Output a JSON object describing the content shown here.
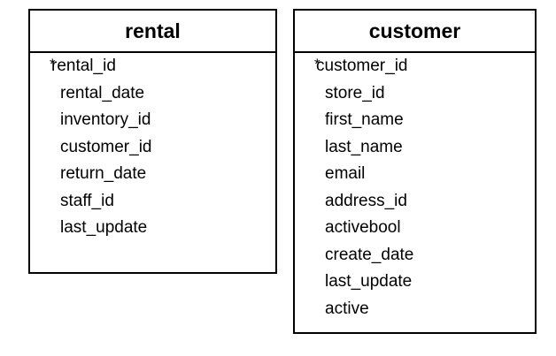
{
  "tables": [
    {
      "id": "rental",
      "name": "rental",
      "fields": [
        {
          "name": "rental_id",
          "pk": true
        },
        {
          "name": "rental_date",
          "pk": false
        },
        {
          "name": "inventory_id",
          "pk": false
        },
        {
          "name": "customer_id",
          "pk": false
        },
        {
          "name": "return_date",
          "pk": false
        },
        {
          "name": "staff_id",
          "pk": false
        },
        {
          "name": "last_update",
          "pk": false
        }
      ]
    },
    {
      "id": "customer",
      "name": "customer",
      "fields": [
        {
          "name": "customer_id",
          "pk": true
        },
        {
          "name": "store_id",
          "pk": false
        },
        {
          "name": "first_name",
          "pk": false
        },
        {
          "name": "last_name",
          "pk": false
        },
        {
          "name": "email",
          "pk": false
        },
        {
          "name": "address_id",
          "pk": false
        },
        {
          "name": "activebool",
          "pk": false
        },
        {
          "name": "create_date",
          "pk": false
        },
        {
          "name": "last_update",
          "pk": false
        },
        {
          "name": "active",
          "pk": false
        }
      ]
    }
  ],
  "pk_symbol": "*",
  "colors": {
    "border": "#000000",
    "background": "#ffffff",
    "text": "#000000"
  }
}
